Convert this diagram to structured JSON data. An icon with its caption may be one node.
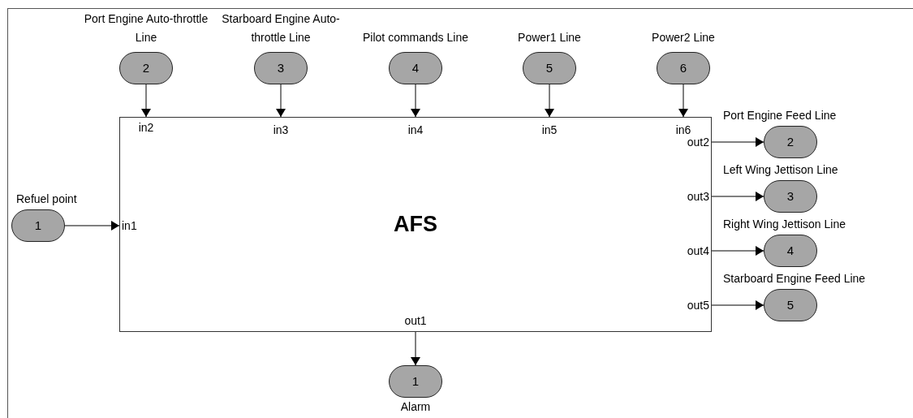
{
  "diagram": {
    "nodes": [
      {
        "text": [
          "2"
        ],
        "beside": [
          "Port Engine Auto-throttle Line"
        ]
      },
      {
        "text": [
          "3"
        ],
        "beside": [
          "Starboard Engine Auto-throttle Line"
        ]
      },
      {
        "text": [
          "4"
        ],
        "beside": [
          "Pilot commands Line"
        ]
      },
      {
        "text": [
          "5"
        ],
        "beside": [
          "Power1 Line"
        ]
      },
      {
        "text": [
          "6"
        ],
        "beside": [
          "Power2 Line"
        ]
      },
      {
        "text": [
          "AFS"
        ]
      },
      {
        "text": [
          "1"
        ],
        "beside": [
          "Refuel point"
        ]
      },
      {
        "text": [
          "2"
        ],
        "beside": [
          "Port Engine Feed Line"
        ]
      },
      {
        "text": [
          "3"
        ],
        "beside": [
          "Left Wing Jettison Line"
        ]
      },
      {
        "text": [
          "4"
        ],
        "beside": [
          "Right Wing Jettison Line"
        ]
      },
      {
        "text": [
          "5"
        ],
        "beside": [
          "Starboard Engine Feed Line"
        ]
      },
      {
        "text": [
          "1"
        ],
        "beside": [
          "Alarm"
        ]
      }
    ],
    "edges": [
      {
        "from": 0,
        "to": 5,
        "arrow": "to"
      },
      {
        "from": 1,
        "to": 5,
        "arrow": "to"
      },
      {
        "from": 2,
        "to": 5,
        "arrow": "to"
      },
      {
        "from": 3,
        "to": 5,
        "arrow": "to"
      },
      {
        "from": 4,
        "to": 5,
        "arrow": "to"
      },
      {
        "from": 6,
        "to": 5,
        "arrow": "to"
      },
      {
        "from": 5,
        "to": 7,
        "arrow": "to"
      },
      {
        "from": 5,
        "to": 8,
        "arrow": "to"
      },
      {
        "from": 5,
        "to": 9,
        "arrow": "to"
      },
      {
        "from": 5,
        "to": 10,
        "arrow": "to"
      },
      {
        "from": 5,
        "to": 11,
        "arrow": "to"
      }
    ],
    "labels": [
      "in2",
      "in3",
      "in4",
      "in5",
      "in6",
      "out2",
      "in1",
      "out3",
      "out4",
      "out5",
      "out1"
    ]
  }
}
